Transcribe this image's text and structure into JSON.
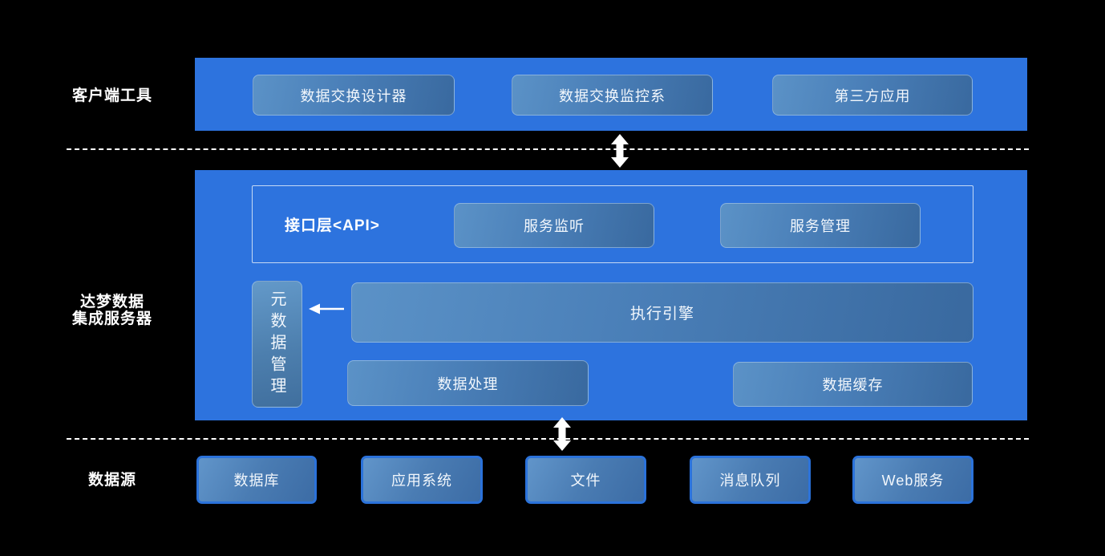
{
  "client_tools": {
    "label": "客户端工具",
    "buttons": [
      "数据交换设计器",
      "数据交换监控系",
      "第三方应用"
    ]
  },
  "server": {
    "label_line1": "达梦数据",
    "label_line2": "集成服务器",
    "api_layer": {
      "title": "接口层<API>",
      "buttons": [
        "服务监听",
        "服务管理"
      ]
    },
    "metadata_label": "元数据管理",
    "engine_label": "执行引擎",
    "processing_label": "数据处理",
    "cache_label": "数据缓存"
  },
  "data_sources": {
    "label": "数据源",
    "buttons": [
      "数据库",
      "应用系统",
      "文件",
      "消息队列",
      "Web服务"
    ]
  },
  "icons": {
    "vertical_exchange_arrow": "double-headed vertical arrow",
    "metadata_link_arrow": "left-pointing arrow"
  },
  "colors": {
    "background": "#000000",
    "band_blue": "#2D73DE",
    "button_gradient_start": "#5B92C7",
    "button_gradient_end": "#39699F",
    "source_button_border": "#2B72DA",
    "text": "#FFFFFF"
  }
}
